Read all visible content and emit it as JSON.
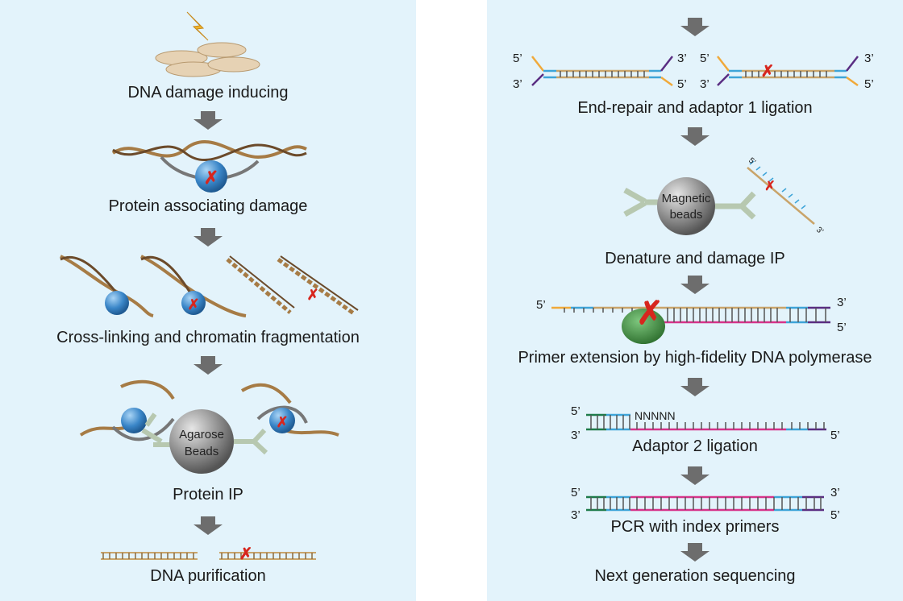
{
  "left": {
    "steps": [
      "DNA damage inducing",
      "Protein associating damage",
      "Cross-linking and chromatin fragmentation",
      "Protein IP",
      "DNA purification"
    ],
    "bead_line1": "Agarose",
    "bead_line2": "Beads"
  },
  "right": {
    "steps": [
      "End-repair and adaptor 1 ligation",
      "Denature and damage IP",
      "Primer extension by high-fidelity DNA polymerase",
      "Adaptor 2 ligation",
      "PCR with index primers",
      "Next generation sequencing"
    ],
    "bead_line1": "Magnetic",
    "bead_line2": "beads",
    "random_primer": "NNNNN"
  },
  "end_labels": {
    "five_prime": "5’",
    "three_prime": "3’"
  },
  "colors": {
    "panel_bg": "#e3f3fb",
    "arrow": "#6d6d6d",
    "damage_mark": "#d7261e",
    "dna_backbone": "#c9a46a",
    "adaptor1": "#f0a93a",
    "adaptor_blue": "#3ea4d8",
    "adaptor_purple": "#5a2d82",
    "new_strand_magenta": "#d6338a",
    "adaptor2_green": "#1e7b4a",
    "protein": "#3a86c8",
    "bead": "#8a8a8a",
    "polymerase": "#3a8a3a"
  }
}
